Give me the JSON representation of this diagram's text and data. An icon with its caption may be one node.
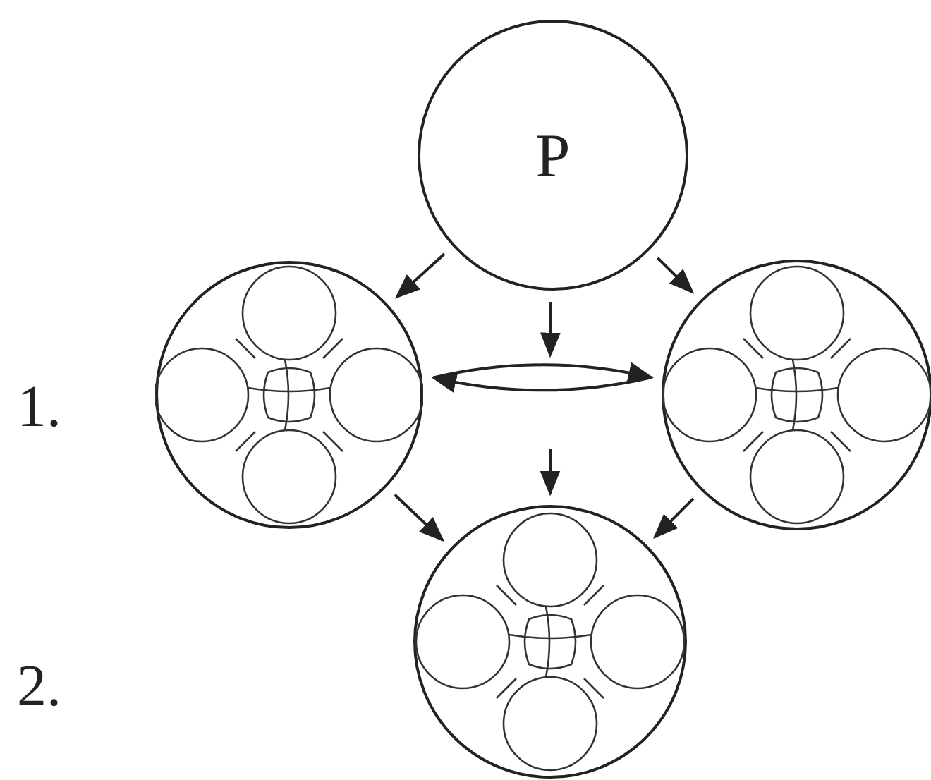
{
  "diagram": {
    "nodes": [
      {
        "text": [
          "P"
        ]
      },
      {
        "text": [],
        "shape": "circle"
      },
      {
        "text": [],
        "shape": "circle"
      },
      {
        "text": [],
        "shape": "circle"
      }
    ],
    "edges": [
      {
        "from": 0,
        "to": 1,
        "arrow": "to"
      },
      {
        "from": 0,
        "to": 2,
        "arrow": "to"
      },
      {
        "from": 0,
        "to": null,
        "arrow": "to"
      },
      {
        "from": 1,
        "to": 2,
        "arrow": "to"
      },
      {
        "from": 2,
        "to": 1,
        "arrow": "to"
      },
      {
        "from": null,
        "to": 3,
        "arrow": "to"
      },
      {
        "from": 1,
        "to": 3,
        "arrow": "to"
      },
      {
        "from": 2,
        "to": 3,
        "arrow": "to"
      }
    ],
    "labels": [
      "1.",
      "2."
    ]
  }
}
